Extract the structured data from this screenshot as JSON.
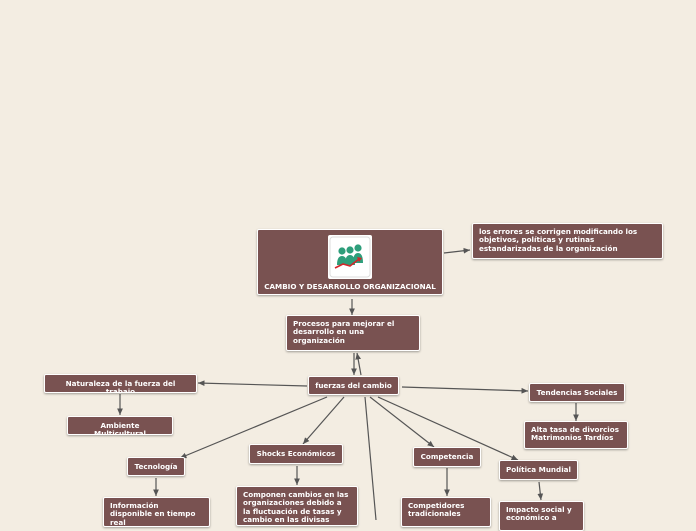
{
  "root": {
    "title": "CAMBIO Y DESARROLLO ORGANIZACIONAL",
    "icon": "people-growth-icon"
  },
  "nodes": {
    "errores": "los errores se corrigen modificando los objetivos, políticas y rutinas estandarizadas de la organización",
    "procesos": "Procesos para mejorar el desarrollo en una organización",
    "fuerzas": "fuerzas del cambio",
    "naturaleza": "Naturaleza de la fuerza del trabajo",
    "multicultural": "Ambiente Multicultural",
    "tecnologia": "Tecnología",
    "informacion": "Información disponible en tiempo real",
    "shocks": "Shocks Económicos",
    "shocks_detalle": "Componen cambios en las organizaciones debido a la fluctuación de tasas y cambio en las divisas",
    "competencia": "Competencia",
    "competidores": "Competidores tradicionales",
    "politica": "Política Mundial",
    "impacto": "Impacto social y económico a",
    "tendencias": "Tendencias Sociales",
    "divorcios": "Alta tasa de divorcios Matrimonios Tardíos"
  },
  "colors": {
    "background": "#f3ede2",
    "node_fill": "#795251",
    "node_border": "#ffffff",
    "edge": "#555555",
    "accent": "#d3262b"
  }
}
